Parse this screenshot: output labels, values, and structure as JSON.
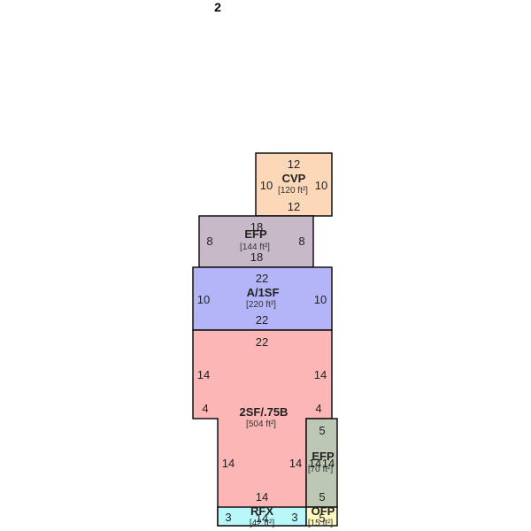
{
  "page_number": "2",
  "colors": {
    "cvp": "#fcd8b8",
    "efp_top": "#c8b9c8",
    "a1sf": "#b4b4f8",
    "main": "#fcb6b6",
    "efp_side": "#bcc8b4",
    "rfx": "#b8f8f8",
    "ofp": "#fcf8c0",
    "stroke": "#111111"
  },
  "areas": {
    "cvp": {
      "code": "CVP",
      "area": "[120 ft²]",
      "top": "12",
      "bottom": "12",
      "left": "10",
      "right": "10"
    },
    "efp_top": {
      "code": "EFP",
      "area": "[144 ft²]",
      "top": "18",
      "bottom": "18",
      "left": "8",
      "right": "8"
    },
    "a1sf": {
      "code": "A/1SF",
      "area": "[220 ft²]",
      "top": "22",
      "bottom": "22",
      "left": "10",
      "right": "10"
    },
    "main": {
      "code": "2SF/.75B",
      "area": "[504 ft²]",
      "top": "22",
      "bottom": "14",
      "left_upper": "14",
      "right_upper": "14",
      "step_left": "4",
      "step_right": "4",
      "left_lower": "14",
      "right_lower": "14"
    },
    "efp_side": {
      "code": "EFP",
      "area": "[70 ft²]",
      "top": "5",
      "bottom": "5",
      "left": "14",
      "right": "14"
    },
    "rfx": {
      "code": "RFX",
      "area": "[42 ft²]",
      "left": "3",
      "right": "3",
      "center": "14"
    },
    "ofp": {
      "code": "OFP",
      "area": "[15 ft²]",
      "center": "5"
    }
  }
}
